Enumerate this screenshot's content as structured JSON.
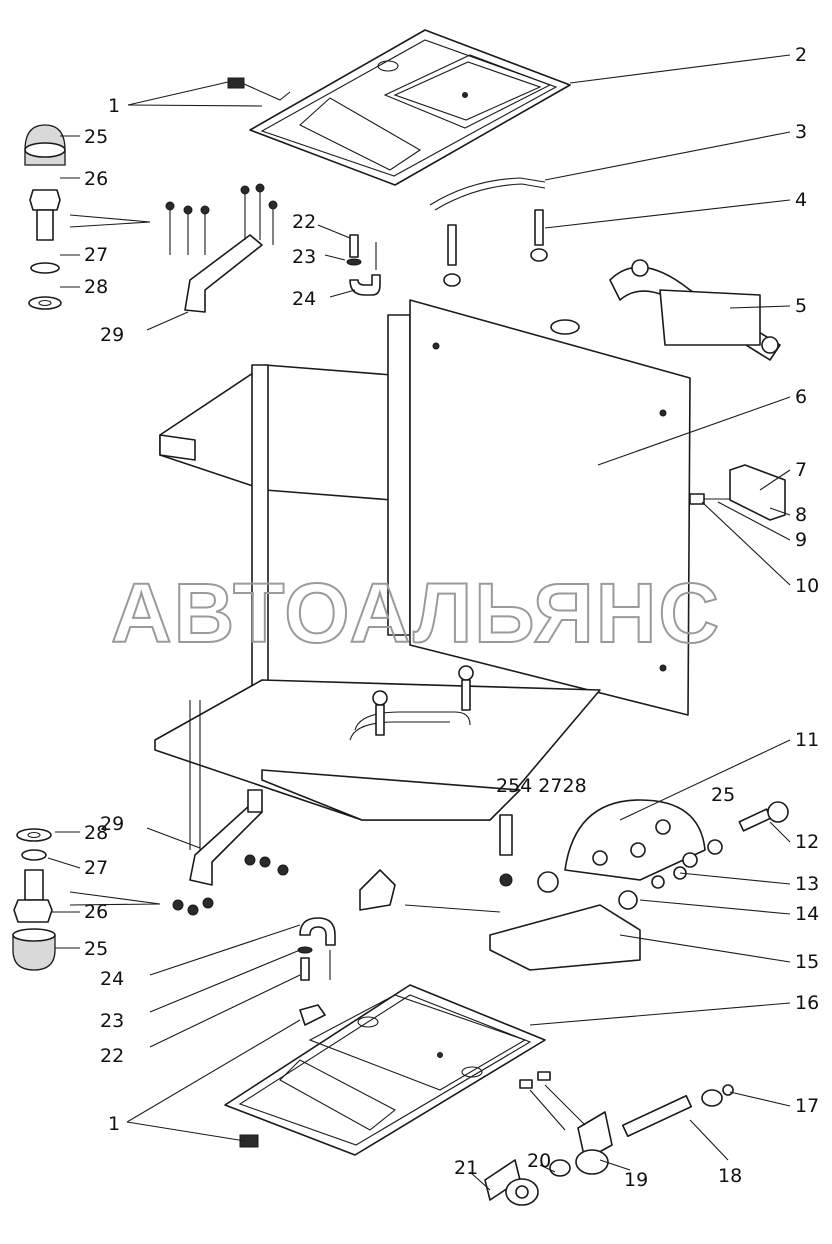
{
  "watermark": "АВТОАЛЬЯНС",
  "callouts": {
    "c1_top": "1",
    "c2": "2",
    "c3": "3",
    "c4": "4",
    "c5": "5",
    "c6": "6",
    "c7": "7",
    "c8": "8",
    "c9": "9",
    "c10": "10",
    "c11": "11",
    "c12": "12",
    "c13": "13",
    "c14": "14",
    "c15": "15",
    "c16": "16",
    "c17": "17",
    "c18": "18",
    "c19": "19",
    "c20": "20",
    "c21": "21",
    "c25_top": "25",
    "c26_top": "26",
    "c27_top": "27",
    "c28_top": "28",
    "c29_top": "29",
    "c22_top": "22",
    "c23_top": "23",
    "c24_top": "24",
    "c25_mid": "25",
    "c25_27_28_mid": "254 2728",
    "c29_bot": "29",
    "c28_bot": "28",
    "c27_bot": "27",
    "c26_bot": "26",
    "c25_bot": "25",
    "c24_bot": "24",
    "c23_bot": "23",
    "c22_bot": "22",
    "c1_bot": "1"
  }
}
